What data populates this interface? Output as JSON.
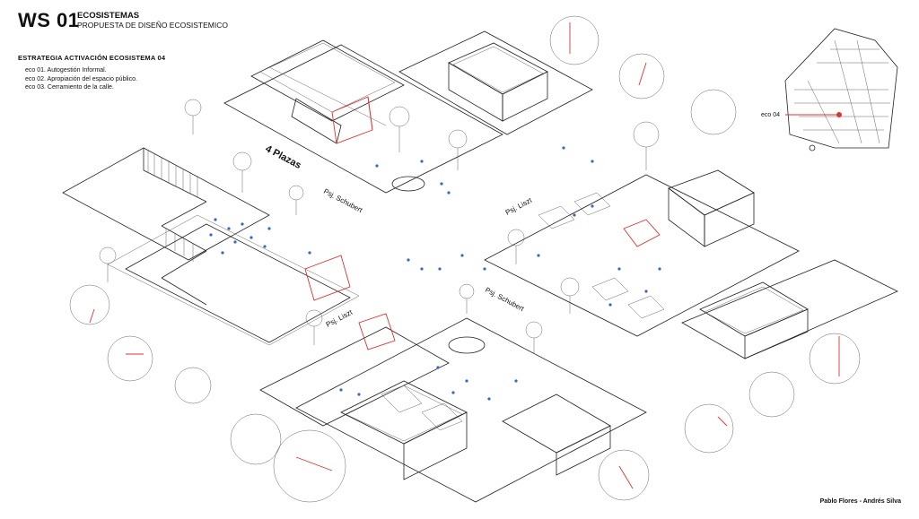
{
  "header": {
    "code": "WS 01",
    "title": "ECOSISTEMAS",
    "subtitle": "PROPUESTA DE DISEÑO ECOSISTEMICO"
  },
  "strategy": {
    "title": "ESTRATEGIA ACTIVACIÓN ECOSISTEMA 04",
    "items": [
      "eco 01.  Autogestión Informal.",
      "eco 02.  Apropiación del espacio público.",
      "eco 03.  Cerramiento de la calle."
    ]
  },
  "streets": {
    "plazas": "4 Plazas",
    "schubert_north": "Psj. Schubert",
    "liszt_east": "Psj. Liszt",
    "liszt_south": "Psj. Liszt",
    "schubert_south": "Psj. Schubert"
  },
  "map": {
    "label": "eco 04"
  },
  "authors": "Pablo Flores - Andrés Silva",
  "colors": {
    "accent": "#d33333",
    "people": "#3b66c9",
    "line": "#222222"
  }
}
